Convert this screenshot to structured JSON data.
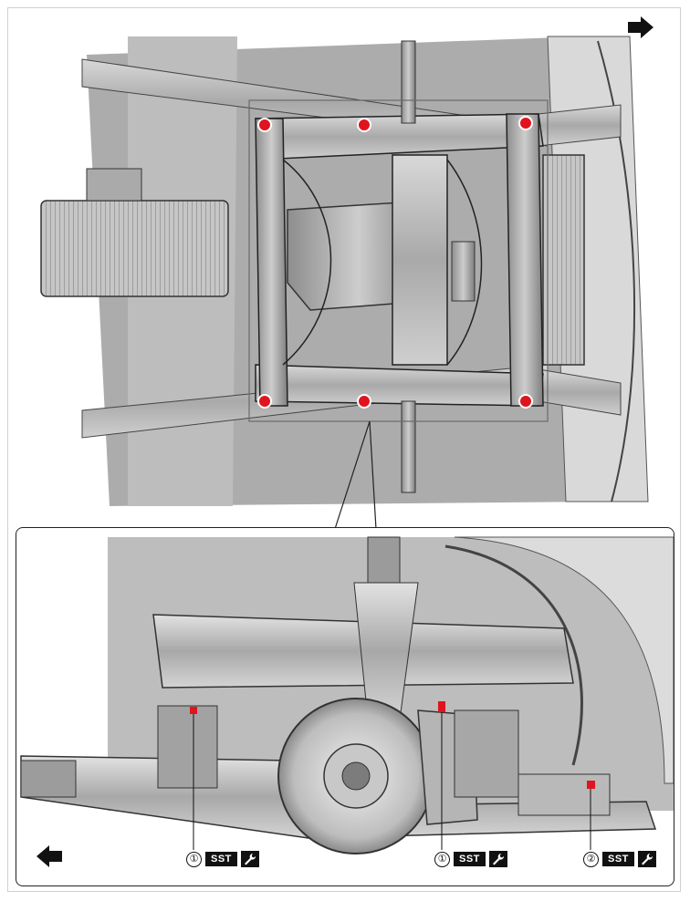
{
  "callouts": [
    {
      "number": "①",
      "tool": "SST"
    },
    {
      "number": "①",
      "tool": "SST"
    },
    {
      "number": "②",
      "tool": "SST"
    }
  ],
  "icons": {
    "front_arrow": "arrow-right-icon",
    "rear_arrow": "arrow-left-icon",
    "tool": "wrench-icon"
  },
  "colors": {
    "bolt_marker": "#e0141e",
    "outline": "#222222",
    "metal": "#b8b8b8"
  }
}
